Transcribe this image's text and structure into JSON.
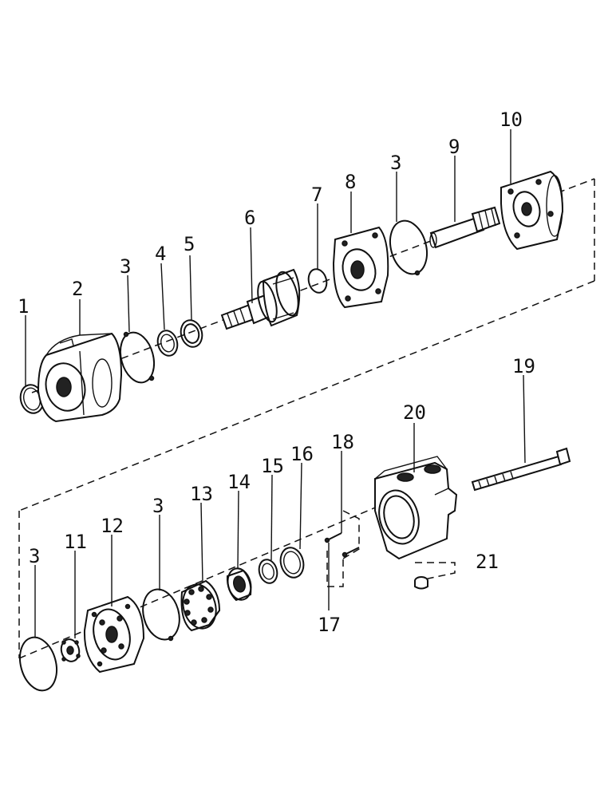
{
  "diagram": {
    "labels": {
      "l1": "1",
      "l2": "2",
      "l3a": "3",
      "l4": "4",
      "l5": "5",
      "l6": "6",
      "l7": "7",
      "l8": "8",
      "l3b": "3",
      "l9": "9",
      "l10": "10",
      "l19": "19",
      "l20": "20",
      "l18": "18",
      "l16": "16",
      "l15": "15",
      "l14": "14",
      "l13": "13",
      "l3c": "3",
      "l12": "12",
      "l11": "11",
      "l3d": "3",
      "l21": "21",
      "l17": "17"
    }
  }
}
